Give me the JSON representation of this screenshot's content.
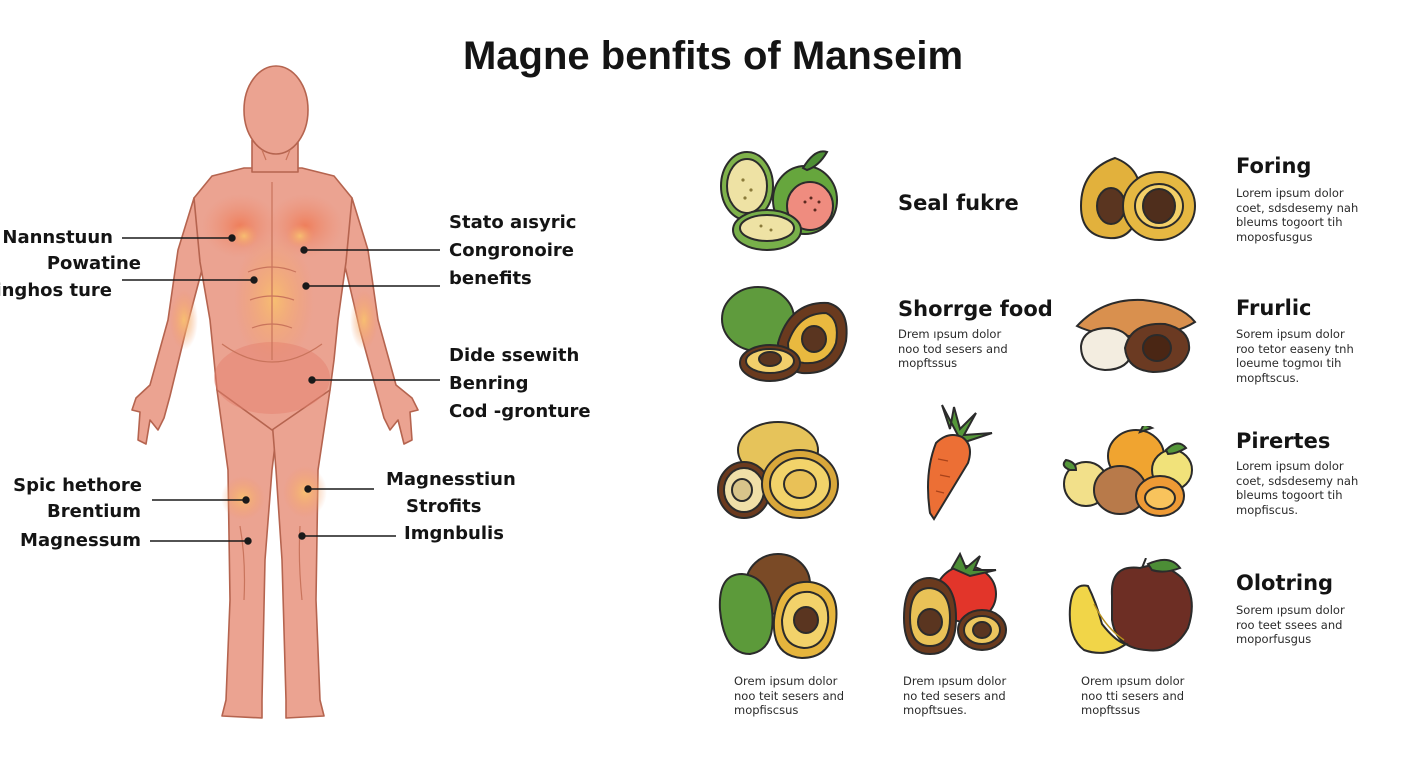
{
  "title": "Magne benfits of Manseim",
  "body_labels": {
    "left_top": [
      "Nannstuun",
      "Powatine",
      "linghos ture"
    ],
    "left_bottom": [
      "Spic hethore",
      "Brentium",
      "Magnessum"
    ],
    "right_top": [
      "Stato aısyric",
      "Congronoire",
      "benefits"
    ],
    "right_middle": [
      "Dide ssewith",
      "Benring",
      "Cod -gronture"
    ],
    "right_bottom": [
      "Magnesstiun",
      "Strofits",
      "Imgnbulis"
    ]
  },
  "foods": {
    "seal_fukre": {
      "title": "Seal fukre"
    },
    "shorrge_food": {
      "title": "Shorrge food",
      "desc": [
        "Drem ıpsum dolor",
        "noo tod sesers and",
        "mopftssus"
      ]
    },
    "foring": {
      "title": "Foring",
      "desc": [
        "Lorem ipsum dolor",
        "coet, sdsdesemy nah",
        "bleums togoort tih",
        "moposfusgus"
      ]
    },
    "frurlic": {
      "title": "Frurlic",
      "desc": [
        "Sorem ipsum dolor",
        "roo tetor easeny tnh",
        "loeume togmoı tih",
        "mopftscus."
      ]
    },
    "pirertes": {
      "title": "Pirertes",
      "desc": [
        "Lorem ipsum dolor",
        "coet, sdsdesemy nah",
        "bleums togoort tih",
        "mopfiscus."
      ]
    },
    "olotring": {
      "title": "Olotring",
      "desc": [
        "Sorem ıpsum dolor",
        "roo teet ssees and",
        "moporfusgus"
      ]
    },
    "bottom_1": {
      "desc": [
        "Orem ipsum dolor",
        "noo teit sesers and",
        "mopfiscsus"
      ]
    },
    "bottom_2": {
      "desc": [
        "Drem ıpsum dolor",
        "no ted sesers and",
        "mopftsues."
      ]
    },
    "bottom_3": {
      "desc": [
        "Orem ıpsum dolor",
        "noo tti sesers and",
        "mopftssus"
      ]
    }
  },
  "colors": {
    "skin": "#e99a86",
    "skin_glow": "#f4b06a",
    "outline": "#b5644f",
    "label_line": "#1a1a1a"
  }
}
